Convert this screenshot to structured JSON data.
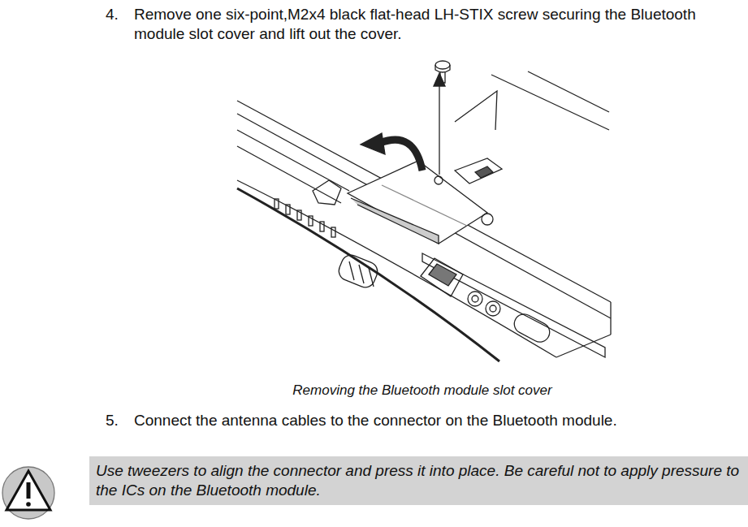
{
  "diagram": {
    "caption": "Removing the Bluetooth module slot cover",
    "nodes": [
      {
        "text": [
          "Use tweezers to align the connector and press it into place. Be careful not to apply pressure to the ICs on the Bluetooth module."
        ]
      }
    ],
    "labels": [
      "4.",
      "Remove one six-point,M2x4 black flat-head LH-STIX screw securing the Bluetooth module slot cover and lift out the cover.",
      "5.",
      "Connect the antenna cables to the connector on the Bluetooth module."
    ]
  }
}
